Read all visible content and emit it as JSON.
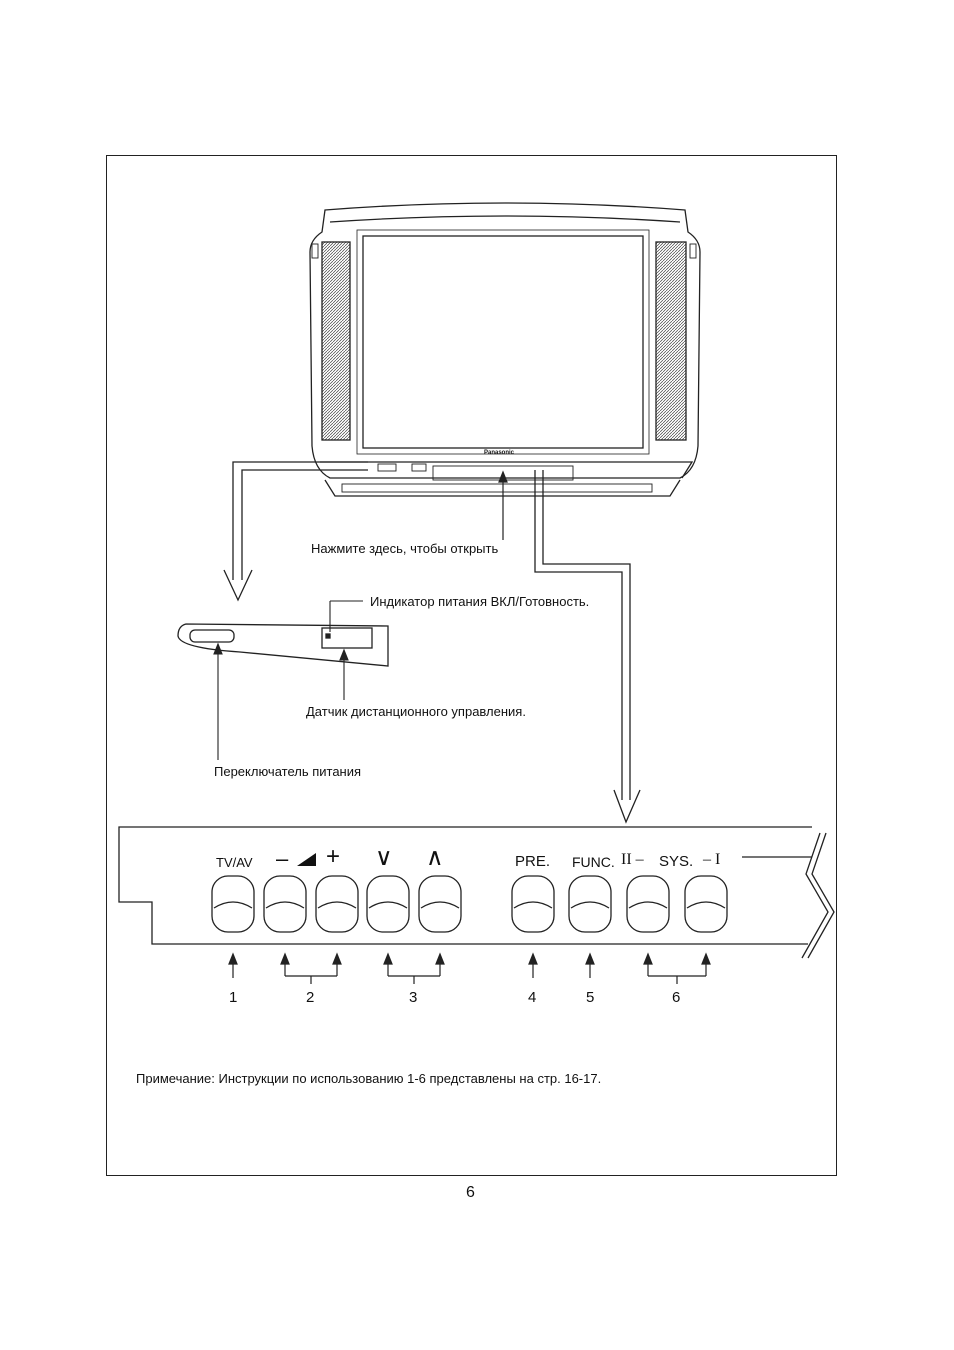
{
  "tv": {
    "brand": "Panasonic",
    "open_hint": "Нажмите здесь, чтобы открыть"
  },
  "front_panel": {
    "power_indicator_label": "Индикатор питания ВКЛ/Готовность.",
    "remote_sensor_label": "Датчик дистанционного управления.",
    "power_switch_label": "Переключатель питания"
  },
  "control_panel": {
    "button_labels": {
      "tv_av": "TV/AV",
      "volume_minus": "–",
      "volume_plus": "+",
      "channel_down": "∨",
      "channel_up": "∧",
      "pre": "PRE.",
      "func": "FUNC.",
      "sys_left": "II –",
      "sys": "SYS.",
      "sys_right": "– I"
    },
    "callouts": [
      "1",
      "2",
      "3",
      "4",
      "5",
      "6"
    ]
  },
  "note": "Примечание: Инструкции по использованию 1-6 представлены на стр. 16-17.",
  "page_number": "6"
}
